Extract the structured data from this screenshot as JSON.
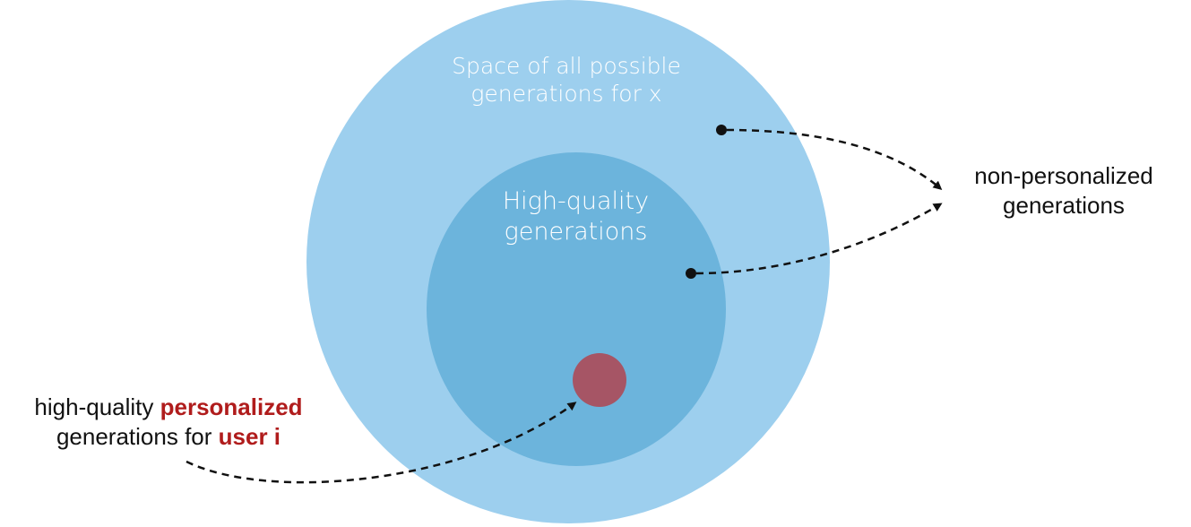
{
  "diagram": {
    "outer_circle": {
      "label_lines": [
        "Space of all possible",
        "generations for x"
      ],
      "color": "#9dcfee"
    },
    "inner_circle": {
      "label_lines": [
        "High-quality",
        "generations"
      ],
      "color": "#6cb4dc"
    },
    "target_dot": {
      "color": "#a65565"
    },
    "right_label": {
      "lines": [
        "non-personalized",
        "generations"
      ]
    },
    "left_label": {
      "line1_plain": "high-quality ",
      "line1_emph": "personalized",
      "line2_plain": "generations for ",
      "line2_emph": "user i",
      "emph_color": "#b01c1c"
    },
    "arrow_color": "#111111"
  }
}
